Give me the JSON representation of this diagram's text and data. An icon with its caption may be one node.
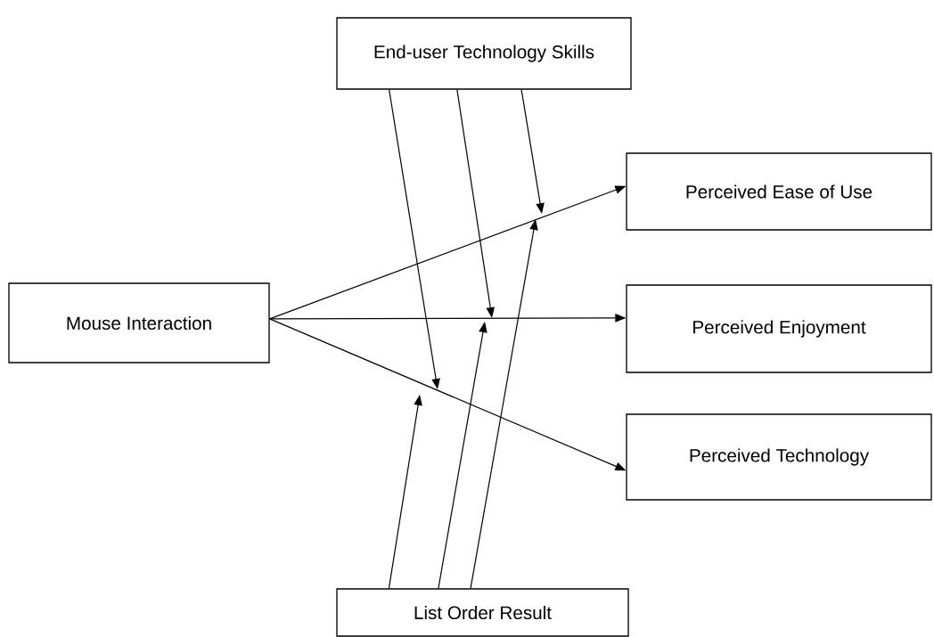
{
  "diagram": {
    "nodes": [
      {
        "text": [
          "End-user Technology Skills"
        ]
      },
      {
        "text": [
          "Perceived Ease of Use"
        ]
      },
      {
        "text": [
          "Mouse Interaction"
        ]
      },
      {
        "text": [
          "Perceived Enjoyment"
        ]
      },
      {
        "text": [
          "Perceived Technology"
        ]
      },
      {
        "text": [
          "List Order Result"
        ]
      }
    ],
    "edges": [
      {
        "from": 2,
        "to": 1,
        "arrow": "to"
      },
      {
        "from": 2,
        "to": 3,
        "arrow": "to"
      },
      {
        "from": 2,
        "to": 4,
        "arrow": "to"
      },
      {
        "from": 0,
        "to": null,
        "arrow": "to"
      },
      {
        "from": 0,
        "to": null,
        "arrow": "to"
      },
      {
        "from": 0,
        "to": null,
        "arrow": "to"
      },
      {
        "from": 5,
        "to": null,
        "arrow": "to"
      },
      {
        "from": 5,
        "to": null,
        "arrow": "to"
      },
      {
        "from": 5,
        "to": null,
        "arrow": "to"
      }
    ]
  }
}
